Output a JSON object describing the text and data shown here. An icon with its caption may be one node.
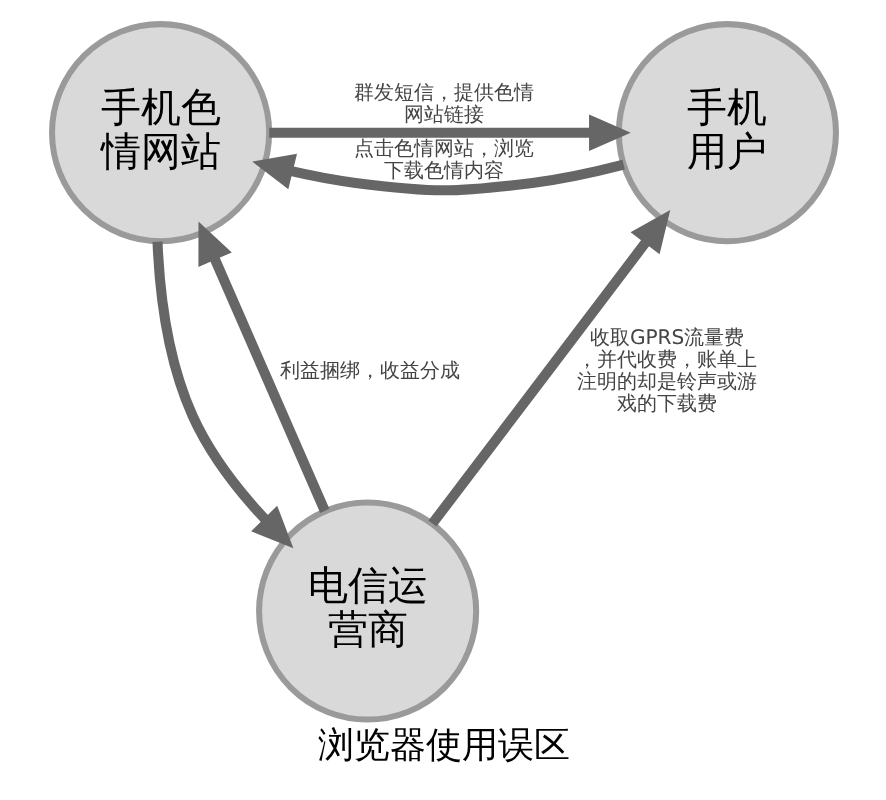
{
  "diagram": {
    "caption": "浏览器使用误区",
    "nodes": [
      {
        "text": [
          "手机色情网站"
        ]
      },
      {
        "text": [
          "手机用户"
        ]
      },
      {
        "text": [
          "电信运营商"
        ]
      }
    ],
    "edges": [
      {
        "from": 0,
        "to": 1,
        "arrow": "to",
        "label": "群发短信，提供色情网站链接"
      },
      {
        "from": 1,
        "to": 0,
        "arrow": "to",
        "label": "点击色情网站，浏览下载色情内容"
      },
      {
        "from": 0,
        "to": 2,
        "arrow": "to"
      },
      {
        "from": 2,
        "to": 0,
        "arrow": "to",
        "label": "利益捆绑，收益分成"
      },
      {
        "from": 2,
        "to": 1,
        "arrow": "to",
        "label": "收取GPRS流量费，并代收费，账单上注明的却是铃声或游戏的下载费"
      }
    ]
  }
}
